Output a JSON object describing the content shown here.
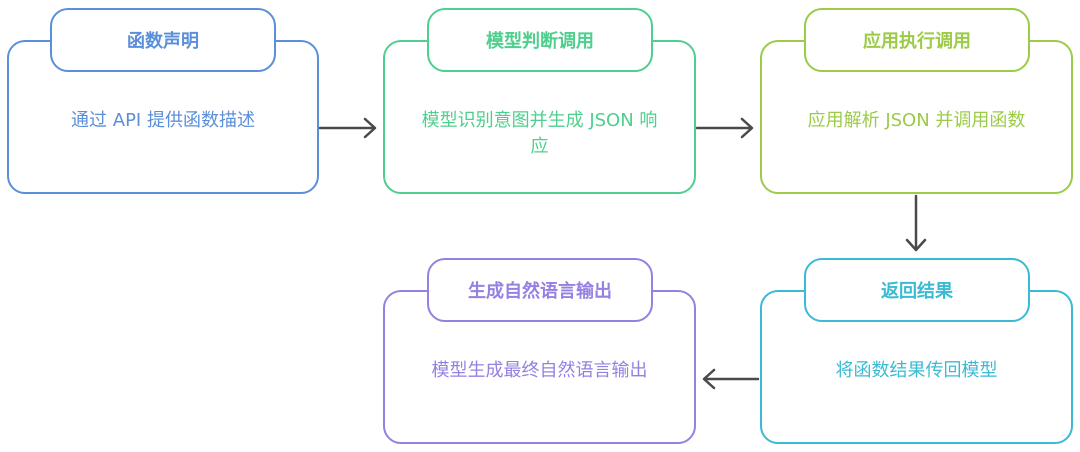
{
  "colors": {
    "blue": "#5b8fd9",
    "green": "#4fcf8d",
    "olive": "#9ccb48",
    "cyan": "#3bbad4",
    "purple": "#9680e2",
    "arrow": "#4a4a4a"
  },
  "steps": [
    {
      "title": "函数声明",
      "desc": "通过 API 提供函数描述"
    },
    {
      "title": "模型判断调用",
      "desc": "模型识别意图并生成 JSON 响应"
    },
    {
      "title": "应用执行调用",
      "desc": "应用解析 JSON 并调用函数"
    },
    {
      "title": "返回结果",
      "desc": "将函数结果传回模型"
    },
    {
      "title": "生成自然语言输出",
      "desc": "模型生成最终自然语言输出"
    }
  ]
}
